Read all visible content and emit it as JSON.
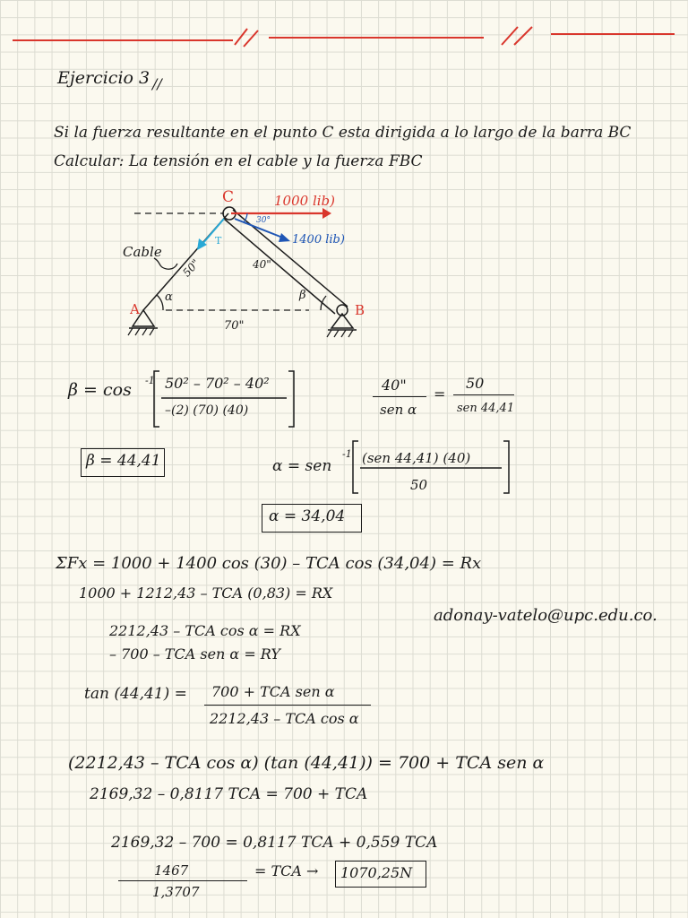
{
  "title": "Ejercicio 3",
  "statement": {
    "line1": "Si la fuerza resultante en el punto C esta dirigida a lo largo de la barra BC",
    "line2": "Calcular: La tensión en el cable y la fuerza FBC"
  },
  "diagram": {
    "point_c": "C",
    "point_a": "A",
    "point_b": "B",
    "force_horizontal": "1000 lib)",
    "force_angled": "1400 lib)",
    "angle_30": "30°",
    "label_cable": "Cable",
    "len_ac": "50\"",
    "len_bc": "40\"",
    "len_ab": "70\"",
    "tension": "T",
    "alpha": "α",
    "beta": "β"
  },
  "equations": {
    "beta_lhs": "β = cos",
    "beta_num": "50² – 70² – 40²",
    "beta_den": "–(2)  (70)  (40)",
    "beta_result": "β = 44,41",
    "sine_law_left_num": "40\"",
    "sine_law_left_den": "sen α",
    "sine_law_right_num": "50",
    "sine_law_right_den": "sen 44,41",
    "alpha_lhs": "α = sen",
    "alpha_num": "(sen 44,41) (40)",
    "alpha_den": "50",
    "alpha_result": "α = 34,04",
    "sum_fx": "ΣFx = 1000 + 1400 cos (30) – TCA cos (34,04) = Rx",
    "step1": "1000 + 1212,43 – TCA (0,83) = RX",
    "email": "adonay-vatelo@upc.edu.co.",
    "step2": "2212,43 – TCA cos α = RX",
    "step3": "– 700 – TCA sen α = RY",
    "tan_lhs": "tan (44,41) =",
    "tan_num": "700 + TCA sen α",
    "tan_den": "2212,43 – TCA cos α",
    "step4": "(2212,43 – TCA cos α) (tan (44,41)) = 700 + TCA sen α",
    "step5": "2169,32 – 0,8117 TCA = 700 + TCA",
    "step6": "2169,32 – 700 = 0,8117 TCA + 0,559 TCA",
    "final_num": "1467",
    "final_den": "1,3707",
    "final_mid": "= TCA →",
    "final_result": "1070,25N"
  }
}
